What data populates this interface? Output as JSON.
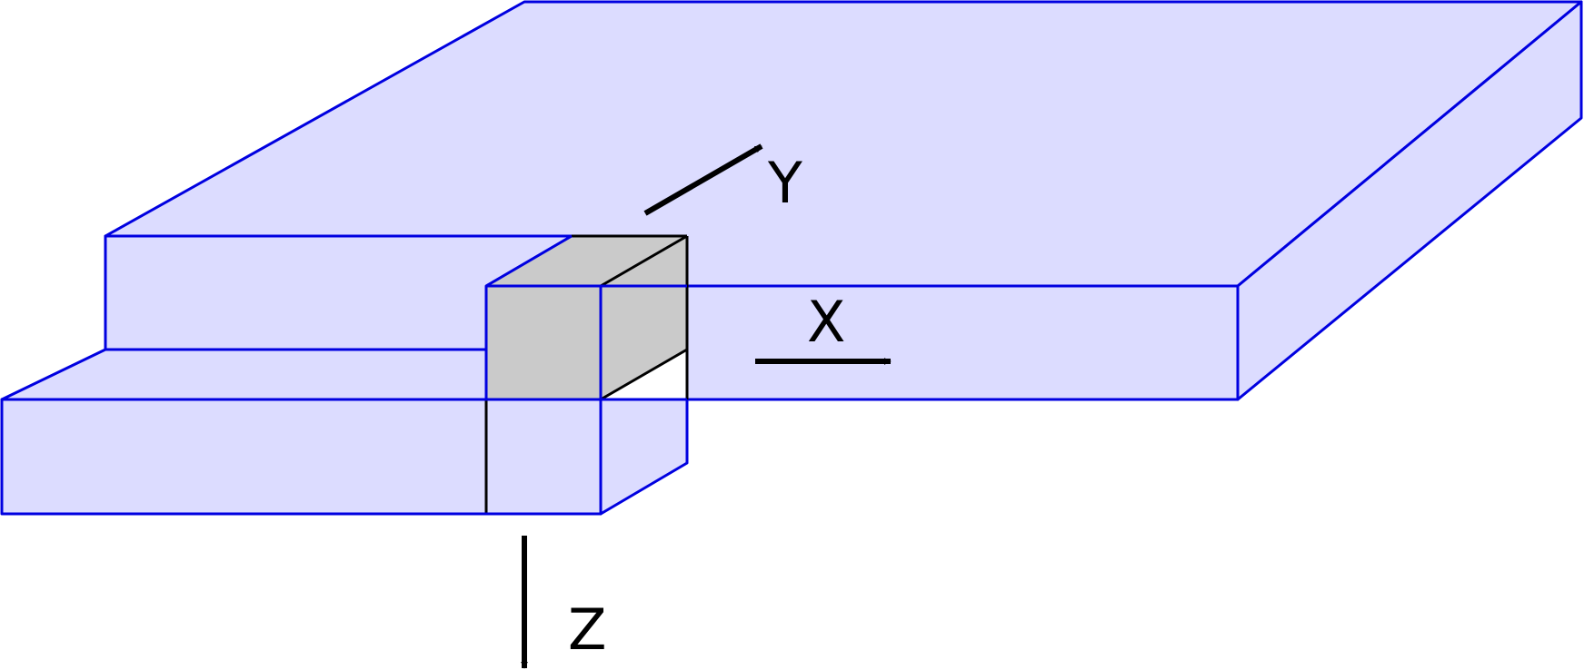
{
  "colors": {
    "slab_fill": "#dcdcff",
    "slab_stroke": "#0000e0",
    "cube_fill": "#cacaca",
    "cube_stroke": "#000000",
    "axis": "#000000"
  },
  "axes": {
    "x": "X",
    "y": "Y",
    "z": "Z"
  }
}
